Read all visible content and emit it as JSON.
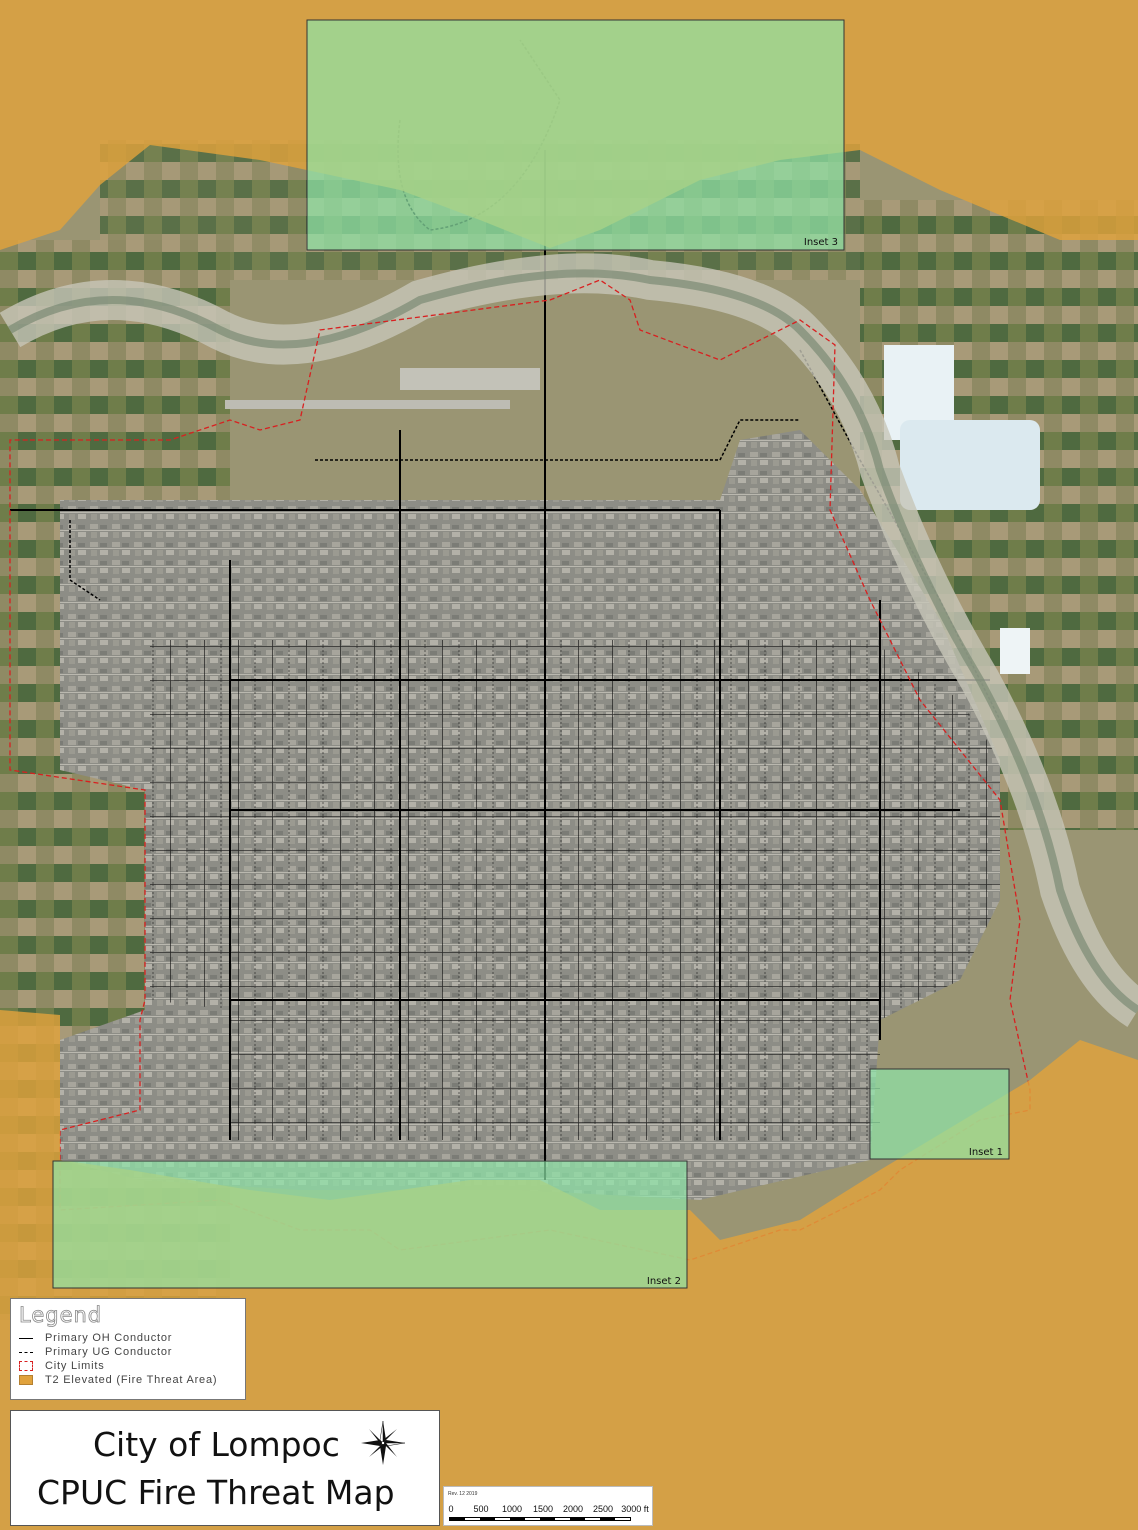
{
  "map": {
    "title_line1": "City of Lompoc",
    "title_line2": "CPUC Fire Threat Map",
    "insets": [
      {
        "label": "Inset 3"
      },
      {
        "label": "Inset 1"
      },
      {
        "label": "Inset 2"
      }
    ],
    "legend": {
      "title": "Legend",
      "items": [
        {
          "label": "Primary OH Conductor",
          "symbol": "solid-line"
        },
        {
          "label": "Primary UG Conductor",
          "symbol": "dashed-line"
        },
        {
          "label": "City Limits",
          "symbol": "dashed-box"
        },
        {
          "label": "T2 Elevated (Fire Threat Area)",
          "symbol": "filled-box"
        }
      ]
    },
    "scale": {
      "note": "Rev. 12 2019",
      "ticks": [
        "0",
        "500",
        "1000",
        "1500",
        "2000",
        "2500",
        "3000 ft"
      ]
    },
    "colors": {
      "fire_threat": "#e0a23c",
      "inset_fill": "#8ee6a8",
      "city_limits": "#d82020",
      "conductor": "#000000"
    },
    "icons": {
      "north_arrow": "compass-rose-icon"
    }
  }
}
